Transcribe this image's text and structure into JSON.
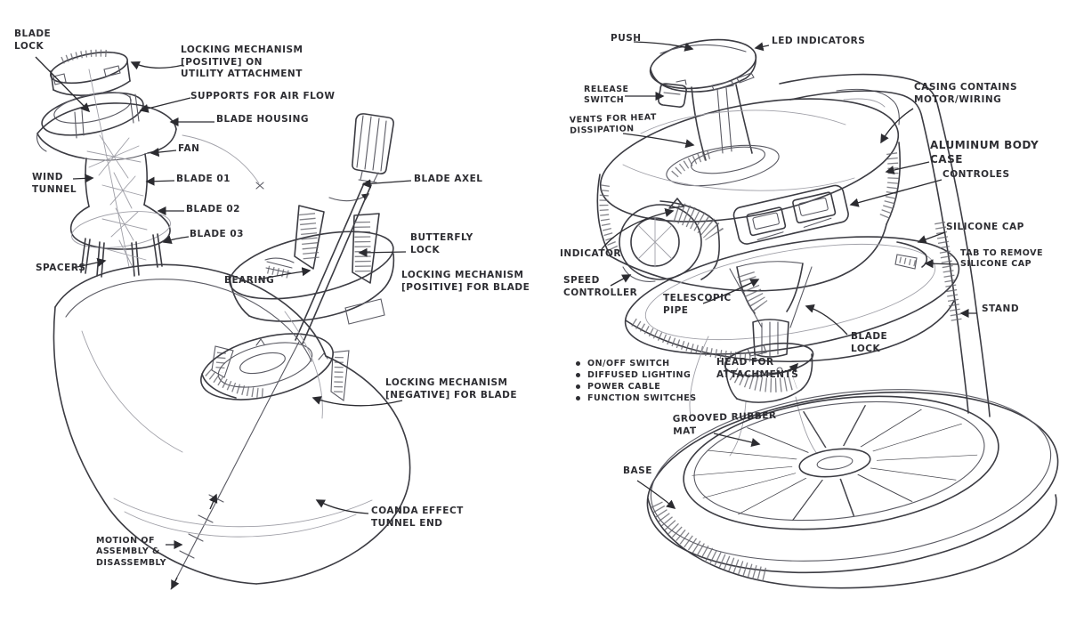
{
  "sketch": {
    "paper_color": "#ffffff",
    "ink_color": "#3c3c43",
    "subject_left": "exploded-fan-assembly-sketch",
    "subject_right": "assembled-appliance-on-stand-sketch"
  },
  "left_labels": {
    "blade_lock": "BLADE\nLOCK",
    "locking_mechanism_positive_utility": "LOCKING MECHANISM\n[POSITIVE] ON\nUTILITY ATTACHMENT",
    "supports_for_air_flow": "SUPPORTS FOR AIR FLOW",
    "blade_housing": "BLADE HOUSING",
    "fan": "FAN",
    "wind_tunnel": "WIND\nTUNNEL",
    "blade_01": "BLADE 01",
    "blade_02": "BLADE 02",
    "blade_03": "BLADE 03",
    "spacers": "SPACERS",
    "blade_axel": "BLADE AXEL",
    "butterfly_lock": "BUTTERFLY\nLOCK",
    "locking_mechanism_positive_blade": "LOCKING MECHANISM\n[POSITIVE] FOR BLADE",
    "bearing": "BEARING",
    "locking_mechanism_negative_blade": "LOCKING MECHANISM\n[NEGATIVE] FOR BLADE",
    "coanda_effect": "COANDA EFFECT\nTUNNEL END",
    "motion_of_assembly": "MOTION OF\nASSEMBLY &\nDISASSEMBLY"
  },
  "right_labels": {
    "push": "PUSH",
    "led_indicators": "LED INDICATORS",
    "release_switch": "RELEASE\nSWITCH",
    "vents_for_heat": "VENTS FOR HEAT\nDISSIPATION",
    "casing_contains": "CASING CONTAINS\nMOTOR/WIRING",
    "aluminum_body_case": "ALUMINUM BODY\nCASE",
    "controles": "CONTROLES",
    "indicator": "INDICATOR",
    "speed_controller": "SPEED\nCONTROLLER",
    "telescopic_pipe": "TELESCOPIC\nPIPE",
    "silicone_cap": "SILICONE CAP",
    "tab_to_remove": "TAB TO REMOVE\nSILICONE CAP",
    "stand": "STAND",
    "blade_lock": "BLADE\nLOCK",
    "head_for_attachments": "HEAD FOR\nATTACHMENTS",
    "grooved_rubber_mat": "GROOVED RUBBER\nMAT",
    "base": "BASE"
  },
  "feature_list": {
    "items": [
      "ON/OFF SWITCH",
      "DIFFUSED LIGHTING",
      "POWER CABLE",
      "FUNCTION SWITCHES"
    ]
  }
}
